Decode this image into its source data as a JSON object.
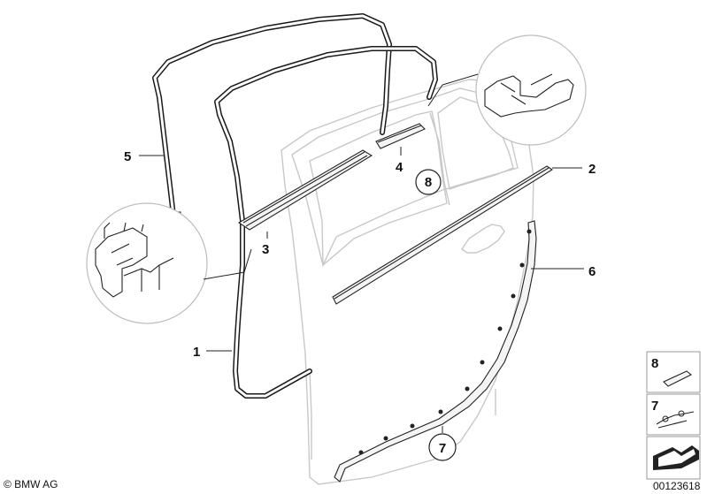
{
  "callouts": {
    "c1": "1",
    "c2": "2",
    "c3": "3",
    "c4": "4",
    "c5": "5",
    "c6": "6",
    "c7": "7",
    "c8": "8"
  },
  "legend": {
    "items": [
      {
        "number": "8",
        "icon": "molding-clip-icon"
      },
      {
        "number": "7",
        "icon": "fastener-strip-icon"
      },
      {
        "number": "",
        "icon": "arrow-icon"
      }
    ]
  },
  "footer": {
    "copyright": "© BMW AG",
    "image_number": "00123618"
  }
}
